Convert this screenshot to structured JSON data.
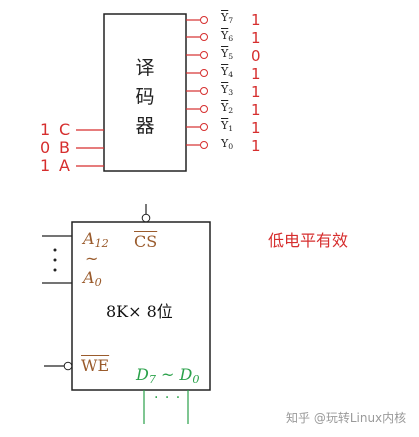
{
  "decoder": {
    "title_lines": [
      "译",
      "码",
      "器"
    ],
    "outputs": [
      {
        "label": "Y",
        "subscript": "7",
        "value": "1"
      },
      {
        "label": "Y",
        "subscript": "6",
        "value": "1"
      },
      {
        "label": "Y",
        "subscript": "5",
        "value": "0"
      },
      {
        "label": "Y",
        "subscript": "4",
        "value": "1"
      },
      {
        "label": "Y",
        "subscript": "3",
        "value": "1"
      },
      {
        "label": "Y",
        "subscript": "2",
        "value": "1"
      },
      {
        "label": "Y",
        "subscript": "1",
        "value": "1"
      },
      {
        "label": "Y",
        "subscript": "0",
        "value": "1"
      }
    ],
    "inputs": [
      {
        "value": "1",
        "letter": "C"
      },
      {
        "value": "0",
        "letter": "B"
      },
      {
        "value": "1",
        "letter": "A"
      }
    ]
  },
  "memory": {
    "addr_high": {
      "letter": "A",
      "subscript": "12"
    },
    "addr_tilde": "~",
    "addr_low": {
      "letter": "A",
      "subscript": "0"
    },
    "cs_label": "CS",
    "we_label": "WE",
    "capacity": "8K× 8位",
    "data_start": {
      "letter": "D",
      "subscript": "7"
    },
    "data_tilde": "~",
    "data_end": {
      "letter": "D",
      "subscript": "0"
    },
    "data_dots": "· · ·"
  },
  "note": "低电平有效",
  "watermark": "知乎 @玩转Linux内核",
  "colors": {
    "accent_red": "#d62e2e",
    "label_brown": "#9a5b2c",
    "data_green": "#2aa14a",
    "line": "#222222"
  }
}
